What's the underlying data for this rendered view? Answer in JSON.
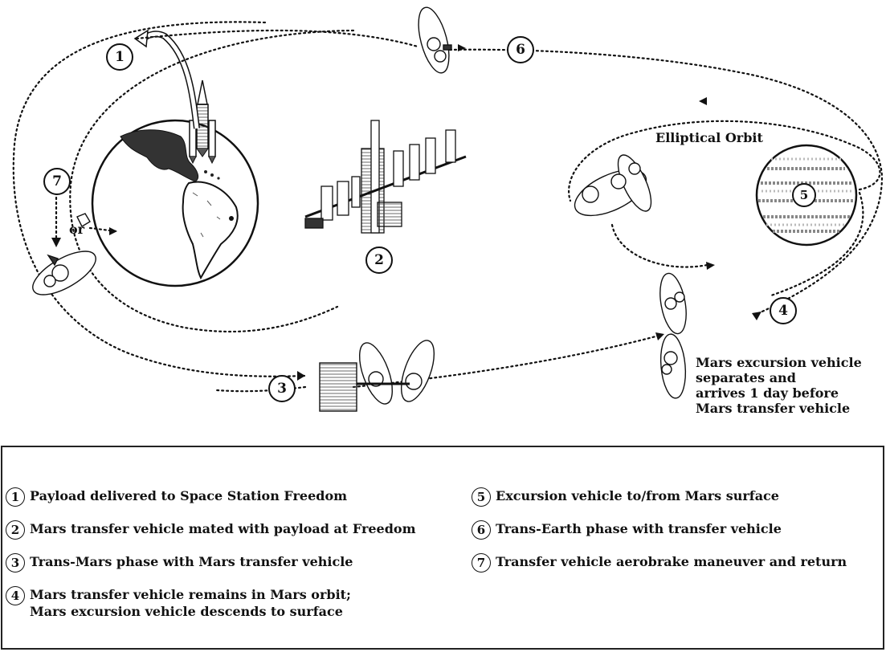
{
  "diagram": {
    "labels": {
      "elliptical_orbit": "Elliptical Orbit",
      "or_text": "or",
      "mev_note": "Mars excursion vehicle\nseparates and\narrives 1 day before\nMars transfer  vehicle"
    },
    "markers": [
      "1",
      "2",
      "3",
      "4",
      "5",
      "6",
      "7"
    ]
  },
  "legend": {
    "items": [
      {
        "num": "1",
        "text": "Payload delivered to Space Station Freedom"
      },
      {
        "num": "2",
        "text": "Mars transfer vehicle mated with payload at Freedom"
      },
      {
        "num": "3",
        "text": "Trans-Mars phase with Mars transfer vehicle"
      },
      {
        "num": "4",
        "text": "Mars transfer vehicle remains in Mars orbit;\nMars excursion vehicle descends to surface"
      },
      {
        "num": "5",
        "text": "Excursion vehicle to/from Mars surface"
      },
      {
        "num": "6",
        "text": "Trans-Earth phase with transfer vehicle"
      },
      {
        "num": "7",
        "text": "Transfer vehicle aerobrake maneuver and return"
      }
    ]
  }
}
